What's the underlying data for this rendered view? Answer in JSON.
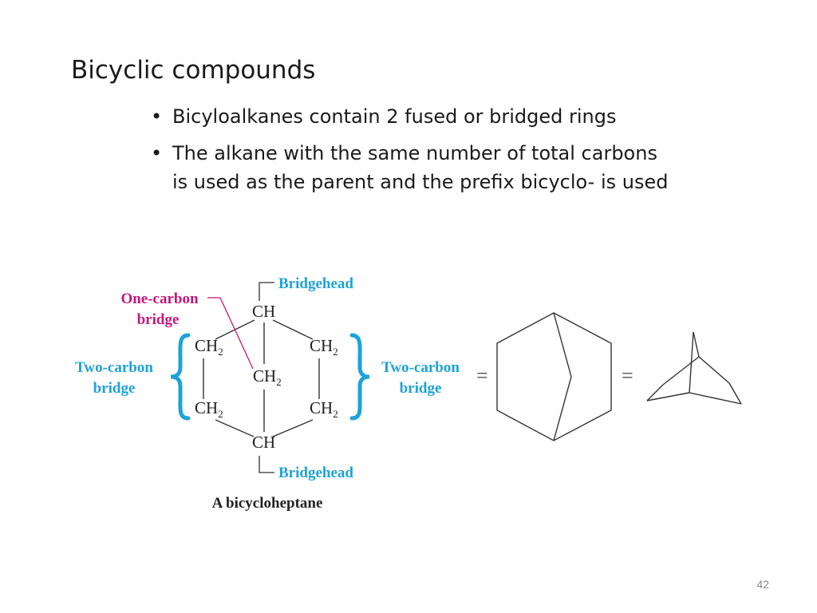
{
  "slide": {
    "title": "Bicyclic compounds",
    "bullets": [
      "Bicyloalkanes contain 2 fused or bridged rings",
      "The alkane with the same number of total carbons",
      "is used as the parent and the prefix bicyclo- is used"
    ],
    "bullet_marker": "•",
    "page_number": "42"
  },
  "figure": {
    "labels": {
      "bridgehead_top": "Bridgehead",
      "bridgehead_bottom": "Bridgehead",
      "one_carbon_line1": "One-carbon",
      "one_carbon_line2": "bridge",
      "two_carbon_left_line1": "Two-carbon",
      "two_carbon_left_line2": "bridge",
      "two_carbon_right_line1": "Two-carbon",
      "two_carbon_right_line2": "bridge",
      "caption": "A bicycloheptane",
      "equals": "="
    },
    "atoms": {
      "ch": "CH",
      "ch2": "CH",
      "subscript": "2"
    },
    "colors": {
      "bridge_label": "#1ea3d8",
      "one_carbon": "#c2187a",
      "bonds": "#333333"
    }
  }
}
